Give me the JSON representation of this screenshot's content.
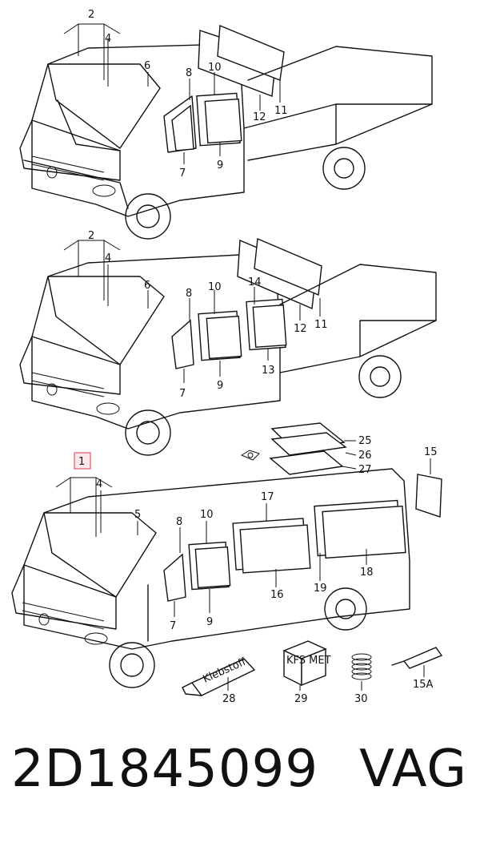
{
  "callouts": {
    "top": [
      "2",
      "4",
      "6",
      "8",
      "10",
      "7",
      "9",
      "11",
      "12"
    ],
    "middle": [
      "2",
      "4",
      "6",
      "8",
      "10",
      "14",
      "7",
      "9",
      "13",
      "12",
      "11"
    ],
    "bottom": [
      "1",
      "4",
      "5",
      "8",
      "10",
      "17",
      "7",
      "9",
      "16",
      "19",
      "18",
      "15",
      "25",
      "26",
      "27"
    ],
    "accessories": [
      "28",
      "29",
      "30",
      "15A"
    ]
  },
  "tube_text": "Klebstoff",
  "box_text": "KFS MET",
  "footer": {
    "part_number": "2D1845099",
    "brand": "VAG"
  },
  "colors": {
    "line": "#111111",
    "highlight_border": "#e05a6a",
    "highlight_fill": "#fde7ea"
  }
}
